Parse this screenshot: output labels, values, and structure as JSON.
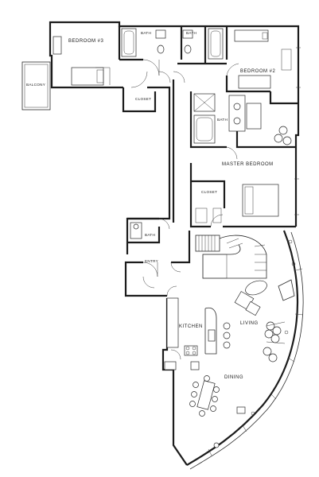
{
  "rooms": {
    "bedroom3": "BEDROOM #3",
    "bath_a": "BATH",
    "bath_b": "BATH",
    "bedroom2": "BEDROOM #2",
    "balcony": "BALCONY",
    "closet_a": "CLOSET",
    "bath_master": "BATH",
    "master_bedroom": "MASTER BEDROOM",
    "closet_master": "CLOSET",
    "bath_small": "BATH",
    "entry": "ENTRY",
    "kitchen": "KITCHEN",
    "living": "LIVING",
    "dining": "DINING"
  },
  "colors": {
    "line": "#1c1c1c",
    "background": "#ffffff"
  }
}
